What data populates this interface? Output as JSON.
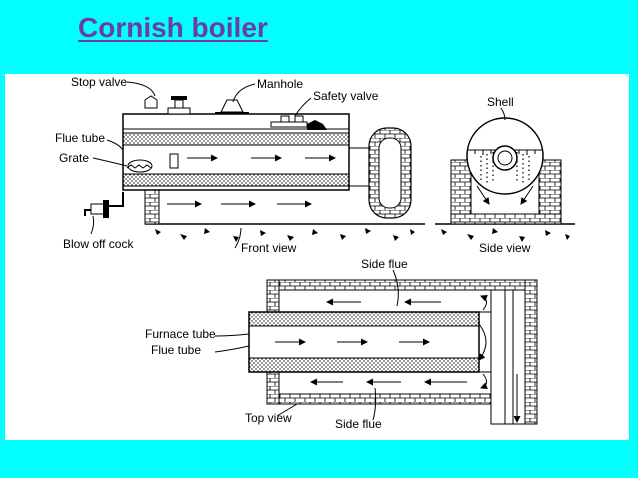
{
  "slide": {
    "title": "Cornish boiler",
    "colors": {
      "background": "#00FFFF",
      "title": "#6B3FA0",
      "panel": "#FFFFFF"
    }
  },
  "diagram": {
    "labels": {
      "stop_valve": "Stop valve",
      "manhole": "Manhole",
      "safety_valve": "Safety valve",
      "shell": "Shell",
      "flue_tube": "Flue tube",
      "grate": "Grate",
      "blow_off_cock": "Blow off cock",
      "front_view": "Front view",
      "side_view": "Side view",
      "side_flue_top": "Side flue",
      "furnace_tube": "Furnace tube",
      "flue_tube_top": "Flue tube",
      "top_view": "Top view",
      "side_flue_bottom": "Side flue"
    }
  }
}
